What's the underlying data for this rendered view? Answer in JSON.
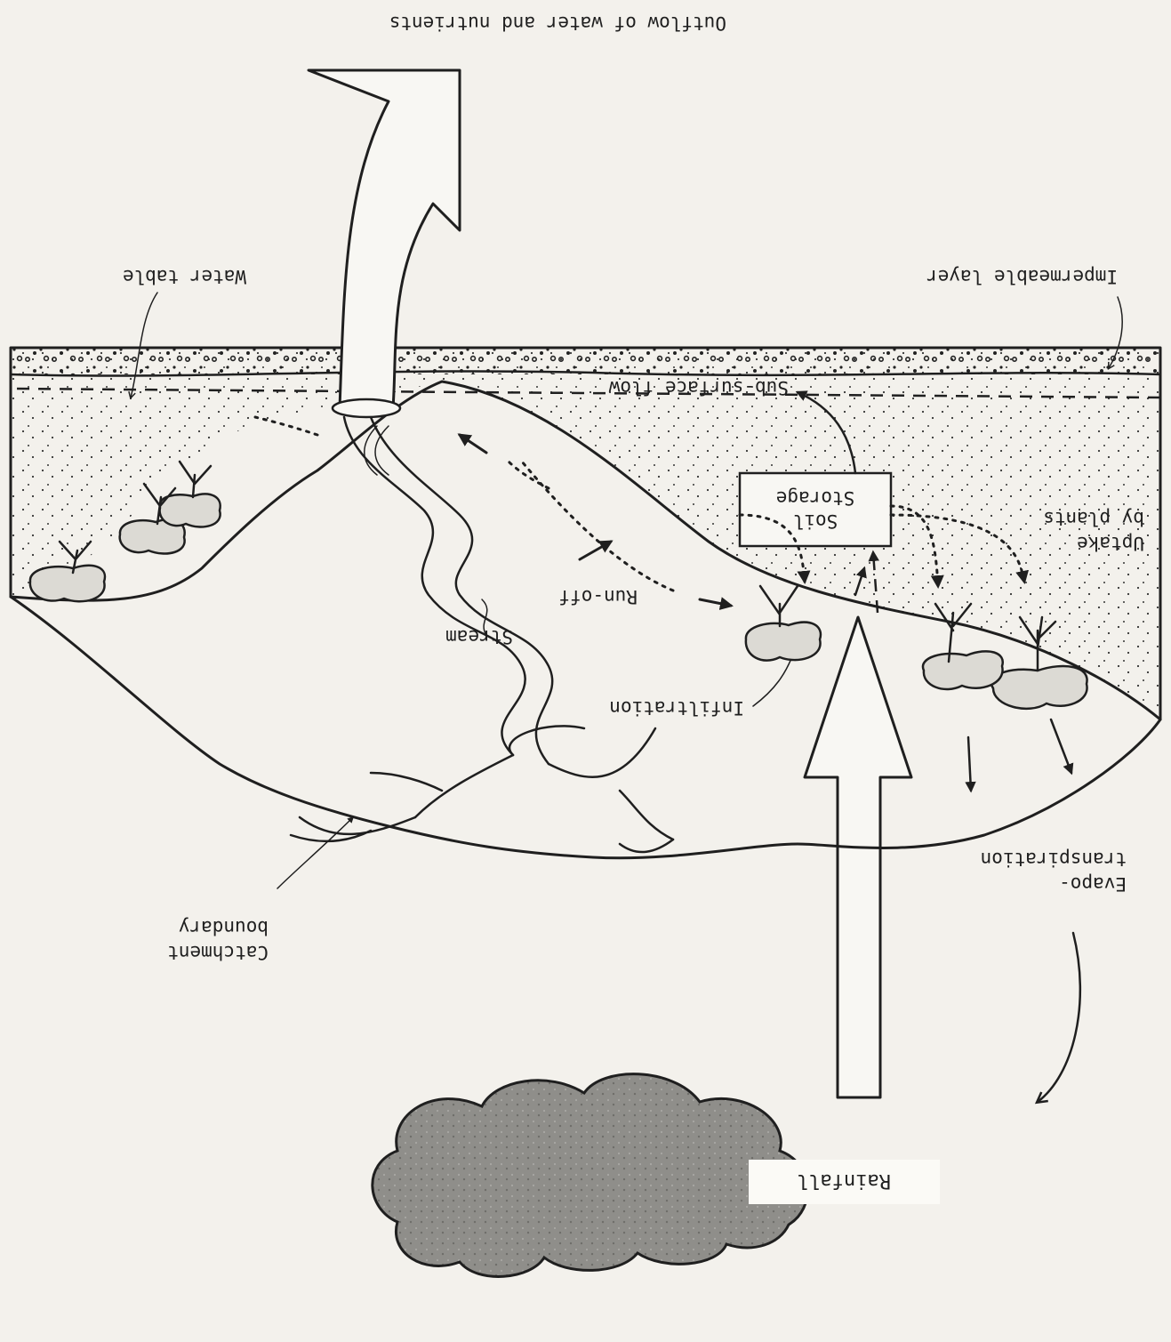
{
  "diagram": {
    "orientation_note_hidden": "",
    "labels": {
      "outflow": "Outflow of water and nutrients",
      "water_table": "Water table",
      "impermeable_layer": "Impermeable layer",
      "sub_surface_flow": "Sub-surface flow",
      "uptake_line1": "Uptake",
      "uptake_line2": "by plants",
      "soil_line1": "Soil",
      "soil_line2": "Storage",
      "run_off": "Run-off",
      "stream": "Stream",
      "infiltration": "Infiltration",
      "evapo_line1": "Evapo-",
      "evapo_line2": "transpiration",
      "catchment_line1": "Catchment",
      "catchment_line2": "boundary",
      "rainfall": "Rainfall"
    },
    "colors": {
      "ink": "#1f1f1f",
      "paper": "#f3f1ec",
      "cloud": "#8f8e8a"
    }
  }
}
